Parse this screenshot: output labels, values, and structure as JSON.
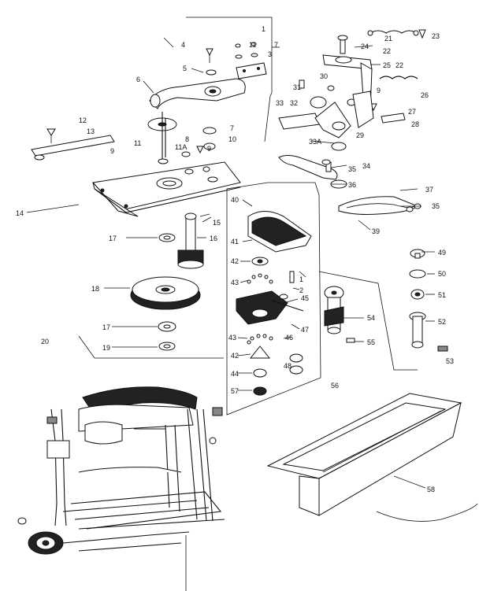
{
  "diagram": {
    "callouts": [
      {
        "id": "c1",
        "text": "1"
      },
      {
        "id": "c2",
        "text": "2"
      },
      {
        "id": "c3",
        "text": "3"
      },
      {
        "id": "c4",
        "text": "4"
      },
      {
        "id": "c5",
        "text": "5"
      },
      {
        "id": "c6",
        "text": "6"
      },
      {
        "id": "c7",
        "text": "7"
      },
      {
        "id": "c8",
        "text": "8"
      },
      {
        "id": "c9",
        "text": "9"
      },
      {
        "id": "c10",
        "text": "10"
      },
      {
        "id": "c11",
        "text": "11"
      },
      {
        "id": "c11a",
        "text": "11A"
      },
      {
        "id": "c12",
        "text": "12"
      },
      {
        "id": "c13",
        "text": "13"
      },
      {
        "id": "c14",
        "text": "14"
      },
      {
        "id": "c15",
        "text": "15"
      },
      {
        "id": "c16",
        "text": "16"
      },
      {
        "id": "c17a",
        "text": "17"
      },
      {
        "id": "c17b",
        "text": "17"
      },
      {
        "id": "c18",
        "text": "18"
      },
      {
        "id": "c19",
        "text": "19"
      },
      {
        "id": "c20",
        "text": "20"
      },
      {
        "id": "c21",
        "text": "21"
      },
      {
        "id": "c22a",
        "text": "22"
      },
      {
        "id": "c22b",
        "text": "22"
      },
      {
        "id": "c23",
        "text": "23"
      },
      {
        "id": "c24",
        "text": "24"
      },
      {
        "id": "c25",
        "text": "25"
      },
      {
        "id": "c26",
        "text": "26"
      },
      {
        "id": "c27",
        "text": "27"
      },
      {
        "id": "c28",
        "text": "28"
      },
      {
        "id": "c29",
        "text": "29"
      },
      {
        "id": "c30",
        "text": "30"
      },
      {
        "id": "c31",
        "text": "31"
      },
      {
        "id": "c32",
        "text": "32"
      },
      {
        "id": "c33",
        "text": "33"
      },
      {
        "id": "c33a",
        "text": "33A"
      },
      {
        "id": "c34",
        "text": "34"
      },
      {
        "id": "c35a",
        "text": "35"
      },
      {
        "id": "c35b",
        "text": "35"
      },
      {
        "id": "c36",
        "text": "36"
      },
      {
        "id": "c37",
        "text": "37"
      },
      {
        "id": "c39",
        "text": "39"
      },
      {
        "id": "c40",
        "text": "40"
      },
      {
        "id": "c41",
        "text": "41"
      },
      {
        "id": "c42a",
        "text": "42"
      },
      {
        "id": "c42b",
        "text": "42"
      },
      {
        "id": "c43a",
        "text": "43"
      },
      {
        "id": "c43b",
        "text": "43"
      },
      {
        "id": "c44",
        "text": "44"
      },
      {
        "id": "c45",
        "text": "45"
      },
      {
        "id": "c46",
        "text": "46"
      },
      {
        "id": "c47",
        "text": "47"
      },
      {
        "id": "c48",
        "text": "48"
      },
      {
        "id": "c49",
        "text": "49"
      },
      {
        "id": "c50",
        "text": "50"
      },
      {
        "id": "c51",
        "text": "51"
      },
      {
        "id": "c52",
        "text": "52"
      },
      {
        "id": "c53",
        "text": "53"
      },
      {
        "id": "c54",
        "text": "54"
      },
      {
        "id": "c55",
        "text": "55"
      },
      {
        "id": "c56",
        "text": "56"
      },
      {
        "id": "c57",
        "text": "57"
      },
      {
        "id": "c58",
        "text": "58"
      }
    ]
  }
}
